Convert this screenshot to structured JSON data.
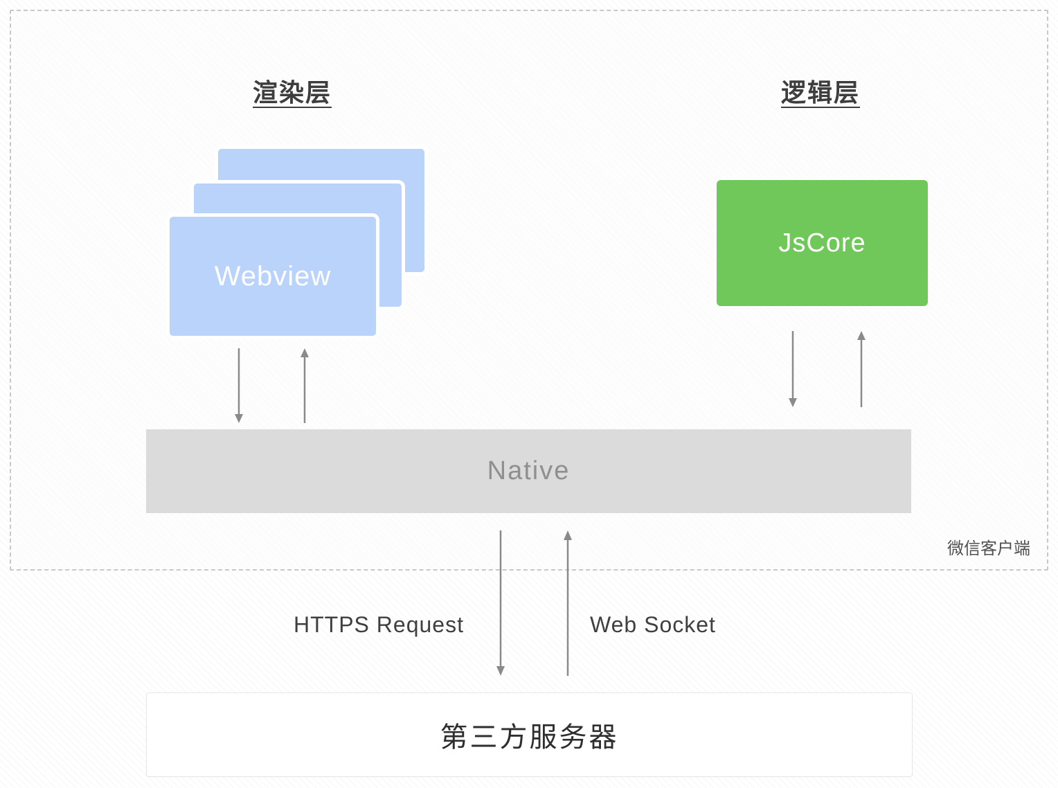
{
  "titles": {
    "rendering": "渲染层",
    "logic": "逻辑层"
  },
  "nodes": {
    "webview": "Webview",
    "jscore": "JsCore",
    "native": "Native",
    "server": "第三方服务器"
  },
  "labels": {
    "client": "微信客户端",
    "https_request": "HTTPS Request",
    "web_socket": "Web Socket"
  },
  "colors": {
    "webview_fill": "#b9d3fb",
    "jscore_fill": "#6fc859",
    "native_fill": "#dbdbdb",
    "arrow": "#8a8a8a",
    "dashed_border": "#c8c8c8"
  }
}
